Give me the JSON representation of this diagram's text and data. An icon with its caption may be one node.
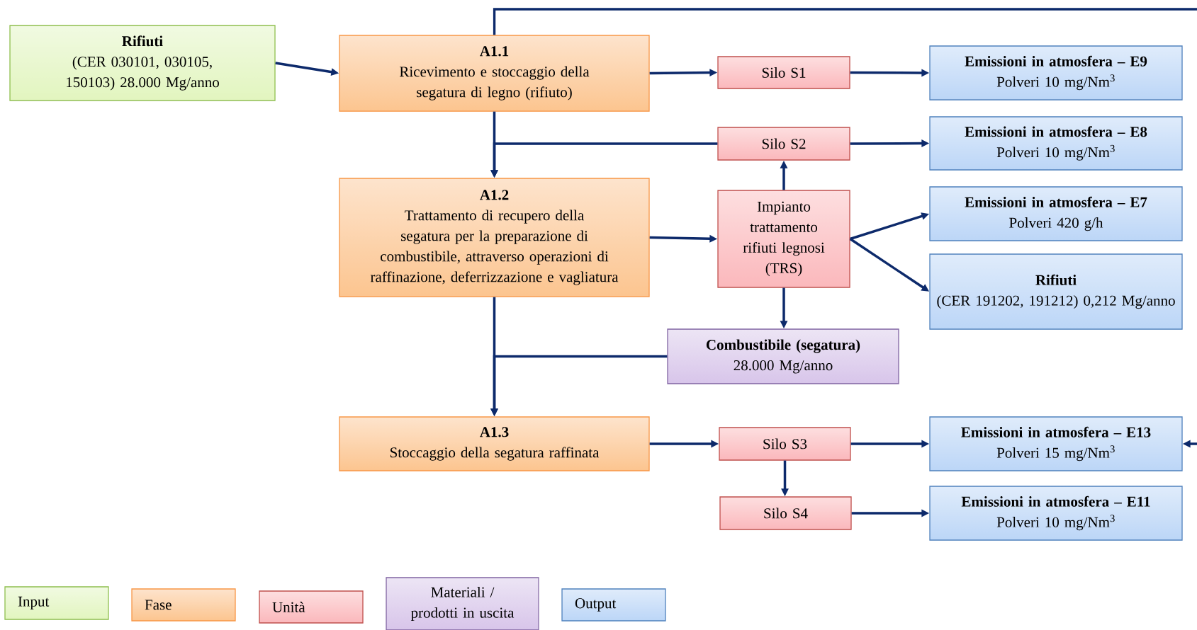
{
  "diagram": {
    "nodes": [
      {
        "text": [
          "Rifiuti",
          "(CER 030101, 030105, 150103) 28.000 Mg/anno"
        ]
      },
      {
        "text": [
          "A1.1",
          "Ricevimento e stoccaggio della segatura di legno (rifiuto)"
        ]
      },
      {
        "text": [
          "Silo S1"
        ]
      },
      {
        "text": [
          "Emissioni in atmosfera – E9",
          "Polveri 10 mg/Nm$^{3}$"
        ]
      },
      {
        "text": [
          "Silo S2"
        ]
      },
      {
        "text": [
          "Emissioni in atmosfera – E8",
          "Polveri 10 mg/Nm$^{3}$"
        ]
      },
      {
        "text": [
          "A1.2",
          "Trattamento di recupero della segatura per la preparazione di combustibile, attraverso operazioni di raffinazione, deferrizzazione e vagliatura"
        ]
      },
      {
        "text": [
          "Impianto trattamento rifiuti legnosi (TRS)"
        ]
      },
      {
        "text": [
          "Emissioni in atmosfera – E7",
          "Polveri  420 g/h"
        ]
      },
      {
        "text": [
          "Rifiuti",
          "(CER 191202, 191212) 0,212 Mg/anno"
        ]
      },
      {
        "text": [
          "Combustibile (segatura)",
          "28.000 Mg/anno"
        ]
      },
      {
        "text": [
          "A1.3",
          "Stoccaggio della segatura raffinata"
        ]
      },
      {
        "text": [
          "Silo S3"
        ]
      },
      {
        "text": [
          "Emissioni in atmosfera – E13",
          "Polveri 15 mg/Nm$^{3}$"
        ]
      },
      {
        "text": [
          "Silo S4"
        ]
      },
      {
        "text": [
          "Emissioni in atmosfera – E11",
          "Polveri 10 mg/Nm$^{3}$"
        ]
      }
    ],
    "edges": [
      {
        "from": 0,
        "to": 1,
        "arrow": "to"
      },
      {
        "from": 1,
        "to": 2,
        "arrow": "to"
      },
      {
        "from": 2,
        "to": 3,
        "arrow": "to"
      },
      {
        "from": 1,
        "to": 6,
        "arrow": "to"
      },
      {
        "from": 4,
        "to": 6,
        "arrow": "to"
      },
      {
        "from": 4,
        "to": 5,
        "arrow": "to"
      },
      {
        "from": 6,
        "to": 7,
        "arrow": "to"
      },
      {
        "from": 7,
        "to": 4,
        "arrow": "to"
      },
      {
        "from": 7,
        "to": 8,
        "arrow": "to"
      },
      {
        "from": 7,
        "to": 9,
        "arrow": "to"
      },
      {
        "from": 7,
        "to": 10,
        "arrow": "to"
      },
      {
        "from": 6,
        "to": 11,
        "arrow": "to"
      },
      {
        "from": 10,
        "to": 11,
        "arrow": "to"
      },
      {
        "from": 11,
        "to": 12,
        "arrow": "to"
      },
      {
        "from": 12,
        "to": 13,
        "arrow": "to"
      },
      {
        "from": 12,
        "to": 14,
        "arrow": "to"
      },
      {
        "from": 14,
        "to": 15,
        "arrow": "to"
      },
      {
        "from": 1,
        "to": null,
        "arrow": "none"
      },
      {
        "from": null,
        "to": 13,
        "arrow": "to"
      }
    ],
    "legend": [
      {
        "text": "Input",
        "color": "#e2f5bf"
      },
      {
        "text": "Fase",
        "color": "#fcc590"
      },
      {
        "text": "Unità",
        "color": "#fbb8bc"
      },
      {
        "text": "Materiali / prodotti in uscita",
        "color": "#d8c6ea"
      },
      {
        "text": "Output",
        "color": "#bcd6f7"
      }
    ]
  }
}
